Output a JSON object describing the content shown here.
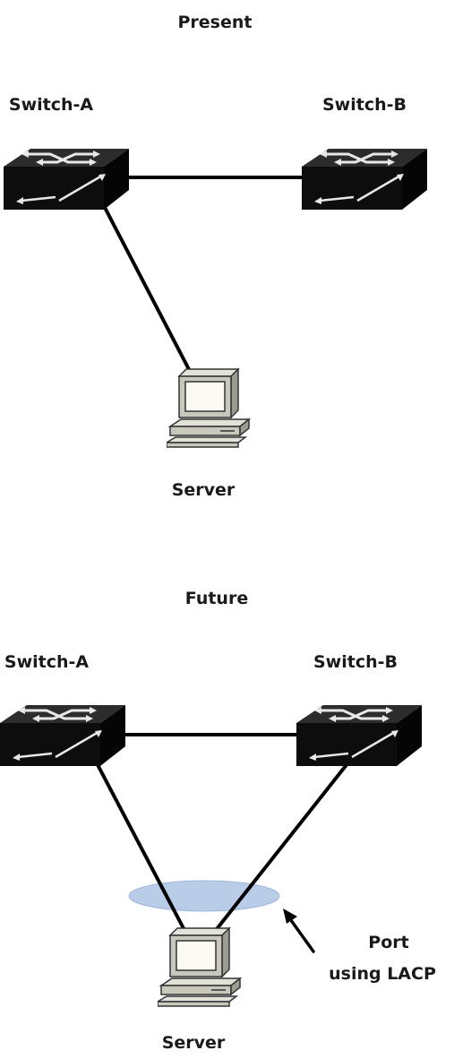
{
  "present": {
    "title": "Present",
    "switch_a": "Switch-A",
    "switch_b": "Switch-B",
    "server": "Server"
  },
  "future": {
    "title": "Future",
    "switch_a": "Switch-A",
    "switch_b": "Switch-B",
    "server": "Server",
    "annotation_line1": "Port",
    "annotation_line2": "using LACP"
  },
  "colors": {
    "switch_body": "#0d0d0d",
    "switch_arrows": "#e8e8e8",
    "link": "#000000",
    "lacp_ellipse": "#b9cde9",
    "computer_body": "#c9c8bc"
  },
  "icons": {
    "switch": "network-switch-icon",
    "server": "desktop-computer-icon",
    "annotation_arrow": "pointer-arrow-icon"
  }
}
